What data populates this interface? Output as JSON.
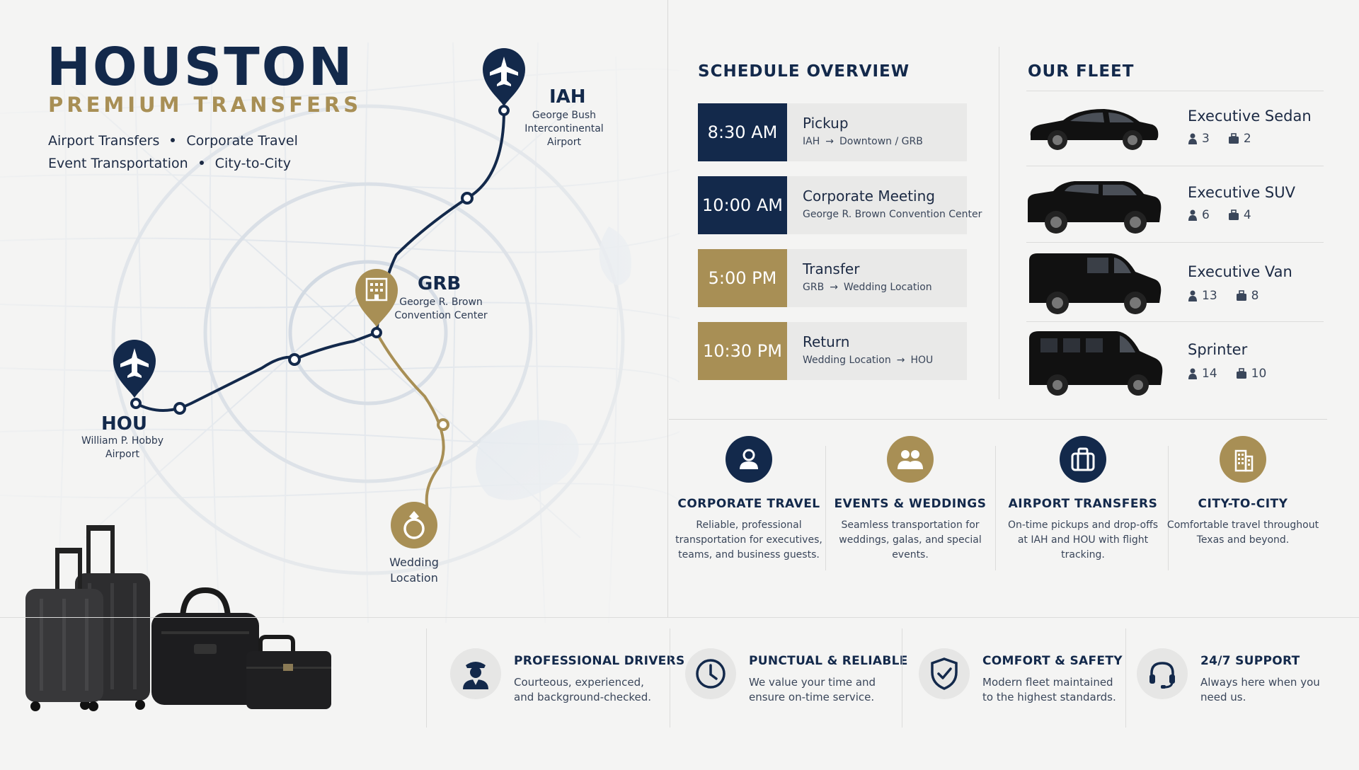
{
  "brand": {
    "title": "HOUSTON",
    "subtitle": "PREMIUM TRANSFERS",
    "services_line1": [
      "Airport Transfers",
      "Corporate Travel"
    ],
    "services_line2": [
      "Event Transportation",
      "City-to-City"
    ]
  },
  "map": {
    "iah": {
      "code": "IAH",
      "name1": "George Bush",
      "name2": "Intercontinental",
      "name3": "Airport"
    },
    "grb": {
      "code": "GRB",
      "name1": "George R. Brown",
      "name2": "Convention Center"
    },
    "hou": {
      "code": "HOU",
      "name1": "William P. Hobby",
      "name2": "Airport"
    },
    "wedding": {
      "name1": "Wedding",
      "name2": "Location"
    },
    "colors": {
      "navy": "#13294b",
      "gold": "#a88f55"
    }
  },
  "schedule": {
    "title": "SCHEDULE OVERVIEW",
    "rows": [
      {
        "time": "8:30 AM",
        "title": "Pickup",
        "from": "IAH",
        "arrow": "→",
        "to": "Downtown / GRB",
        "color": "navy"
      },
      {
        "time": "10:00 AM",
        "title": "Corporate Meeting",
        "route": "George R. Brown Convention Center",
        "color": "navy"
      },
      {
        "time": "5:00 PM",
        "title": "Transfer",
        "from": "GRB",
        "arrow": "→",
        "to": "Wedding Location",
        "color": "gold"
      },
      {
        "time": "10:30 PM",
        "title": "Return",
        "from": "Wedding Location",
        "arrow": "→",
        "to": "HOU",
        "color": "gold"
      }
    ]
  },
  "fleet": {
    "title": "OUR FLEET",
    "vehicles": [
      {
        "name": "Executive Sedan",
        "passengers": "3",
        "luggage": "2",
        "icon": "sedan-icon"
      },
      {
        "name": "Executive SUV",
        "passengers": "6",
        "luggage": "4",
        "icon": "suv-icon"
      },
      {
        "name": "Executive Van",
        "passengers": "13",
        "luggage": "8",
        "icon": "van-icon"
      },
      {
        "name": "Sprinter",
        "passengers": "14",
        "luggage": "10",
        "icon": "sprinter-icon"
      }
    ]
  },
  "services": [
    {
      "title": "CORPORATE TRAVEL",
      "desc": "Reliable, professional transportation for executives, teams, and business guests.",
      "icon": "person-icon",
      "color": "navy"
    },
    {
      "title": "EVENTS & WEDDINGS",
      "desc": "Seamless transportation for weddings, galas, and special events.",
      "icon": "group-icon",
      "color": "gold"
    },
    {
      "title": "AIRPORT TRANSFERS",
      "desc": "On-time pickups and drop-offs at IAH and HOU with flight tracking.",
      "icon": "suitcase-icon",
      "color": "navy"
    },
    {
      "title": "CITY-TO-CITY",
      "desc": "Comfortable travel throughout Texas and beyond.",
      "icon": "building-icon",
      "color": "gold"
    }
  ],
  "features": [
    {
      "title": "PROFESSIONAL DRIVERS",
      "desc": "Courteous, experienced, and background-checked.",
      "icon": "chauffeur-icon"
    },
    {
      "title": "PUNCTUAL & RELIABLE",
      "desc": "We value your time and ensure on-time service.",
      "icon": "clock-icon"
    },
    {
      "title": "COMFORT & SAFETY",
      "desc": "Modern fleet maintained to the highest standards.",
      "icon": "shield-check-icon"
    },
    {
      "title": "24/7 SUPPORT",
      "desc": "Always here when you need us.",
      "icon": "headset-icon"
    }
  ]
}
